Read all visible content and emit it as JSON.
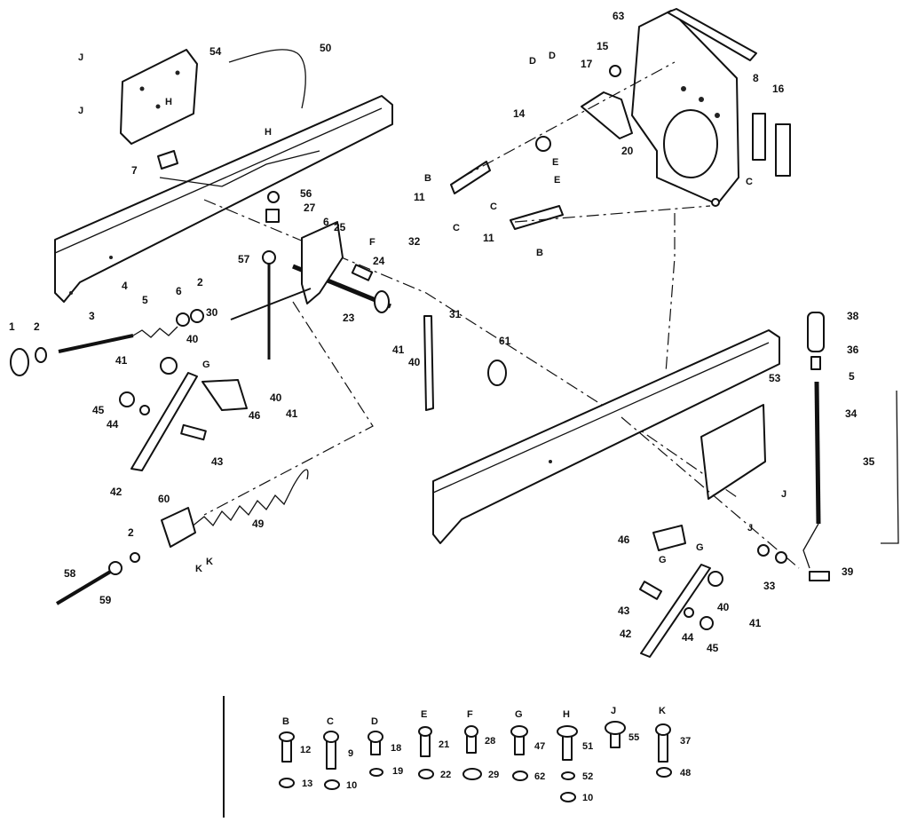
{
  "callouts": {
    "n1": "1",
    "n2": "2",
    "n3": "3",
    "n4": "4",
    "n5": "5",
    "n6": "6",
    "n7": "7",
    "n8": "8",
    "n11": "11",
    "n14": "14",
    "n15": "15",
    "n16": "16",
    "n17": "17",
    "n20": "20",
    "n23": "23",
    "n24": "24",
    "n25": "25",
    "n27": "27",
    "n30": "30",
    "n31": "31",
    "n32": "32",
    "n33": "33",
    "n34": "34",
    "n35": "35",
    "n36": "36",
    "n38": "38",
    "n39": "39",
    "n40": "40",
    "n41": "41",
    "n42": "42",
    "n43": "43",
    "n44": "44",
    "n45": "45",
    "n46": "46",
    "n49": "49",
    "n50": "50",
    "n53": "53",
    "n54": "54",
    "n56": "56",
    "n57": "57",
    "n58": "58",
    "n59": "59",
    "n60": "60",
    "n61": "61",
    "n63": "63"
  },
  "letters": {
    "B": "B",
    "C": "C",
    "D": "D",
    "E": "E",
    "F": "F",
    "G": "G",
    "H": "H",
    "J": "J",
    "K": "K"
  },
  "legend": [
    {
      "letter": "B",
      "bolt": "12",
      "washer": "13"
    },
    {
      "letter": "C",
      "bolt": "9",
      "washer": "10"
    },
    {
      "letter": "D",
      "bolt": "18",
      "washer": "19"
    },
    {
      "letter": "E",
      "bolt": "21",
      "washer": "22"
    },
    {
      "letter": "F",
      "bolt": "28",
      "washer": "29"
    },
    {
      "letter": "G",
      "bolt": "47",
      "washer": "62"
    },
    {
      "letter": "H",
      "bolt": "51",
      "washer": "52",
      "washer2": "10"
    },
    {
      "letter": "J",
      "bolt": "55"
    },
    {
      "letter": "K",
      "bolt": "37",
      "washer": "48"
    }
  ]
}
